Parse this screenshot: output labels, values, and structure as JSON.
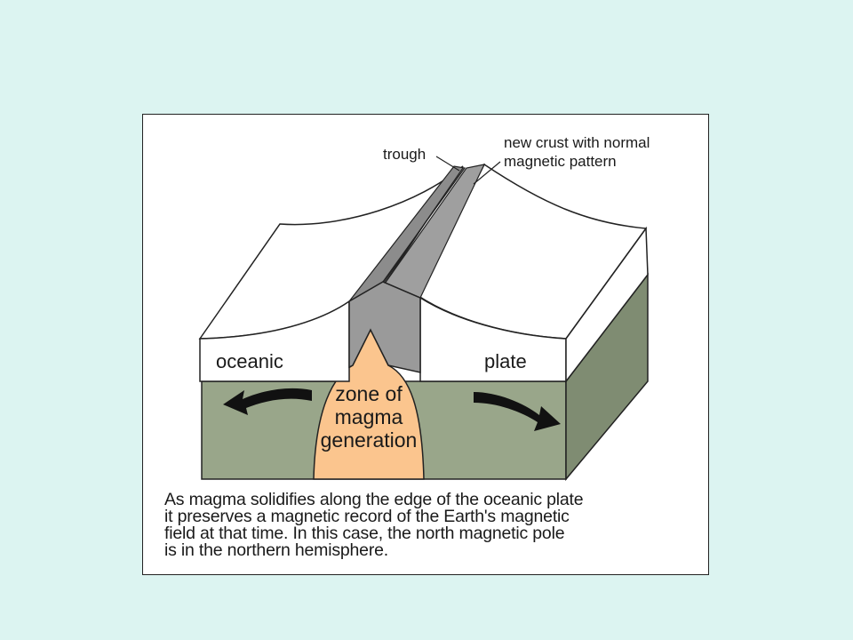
{
  "labels": {
    "trough": "trough",
    "new_crust_line1": "new crust with normal",
    "new_crust_line2": "magnetic pattern",
    "oceanic": "oceanic",
    "plate": "plate",
    "zone_line1": "zone of",
    "zone_line2": "magma",
    "zone_line3": "generation"
  },
  "caption": {
    "line1": "As magma solidifies along the edge of the oceanic plate",
    "line2": "it preserves a magnetic record of the Earth's magnetic",
    "line3": "field at that time.  In this case, the north magnetic pole",
    "line4": "is in the northern hemisphere."
  },
  "colors": {
    "background": "#dcf4f1",
    "mantle": "#99a68a",
    "mantle_side": "#7f8c72",
    "crust": "#ffffff",
    "new_crust": "#9a9a9a",
    "new_crust_dark": "#7a7a7a",
    "magma": "#fbc58e"
  }
}
